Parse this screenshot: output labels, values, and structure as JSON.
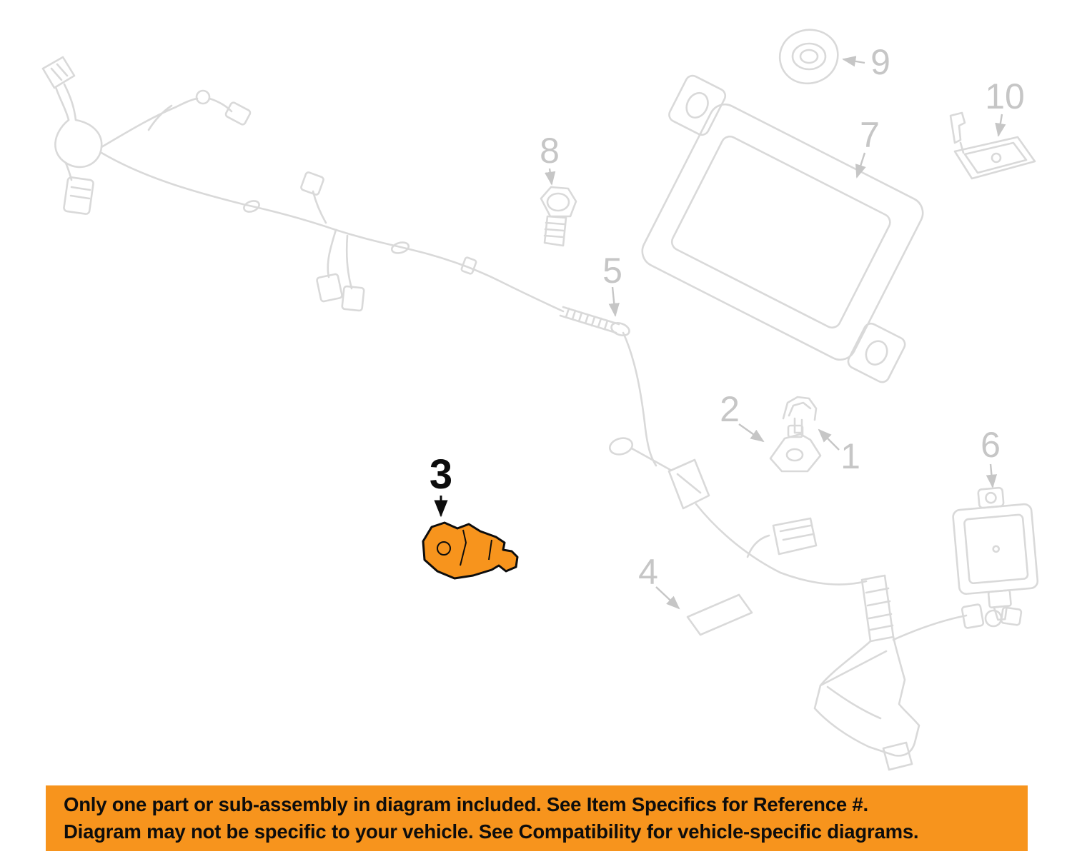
{
  "colors": {
    "bg": "#ffffff",
    "banner-bg": "#f7941d",
    "highlight": "#f7941d",
    "line": "#d9d9d9",
    "callout": "#c6c6c6",
    "ink": "#0d0d0d"
  },
  "banner": {
    "line1": "Only one part or sub-assembly in diagram included. See Item Specifics for Reference #.",
    "line2": "Diagram may not be specific to your vehicle. See Compatibility for vehicle-specific diagrams."
  },
  "diagram": {
    "highlighted_part": "3",
    "callouts": [
      {
        "number": "1",
        "highlighted": false
      },
      {
        "number": "2",
        "highlighted": false
      },
      {
        "number": "3",
        "highlighted": true
      },
      {
        "number": "4",
        "highlighted": false
      },
      {
        "number": "5",
        "highlighted": false
      },
      {
        "number": "6",
        "highlighted": false
      },
      {
        "number": "7",
        "highlighted": false
      },
      {
        "number": "8",
        "highlighted": false
      },
      {
        "number": "9",
        "highlighted": false
      },
      {
        "number": "10",
        "highlighted": false
      }
    ]
  }
}
